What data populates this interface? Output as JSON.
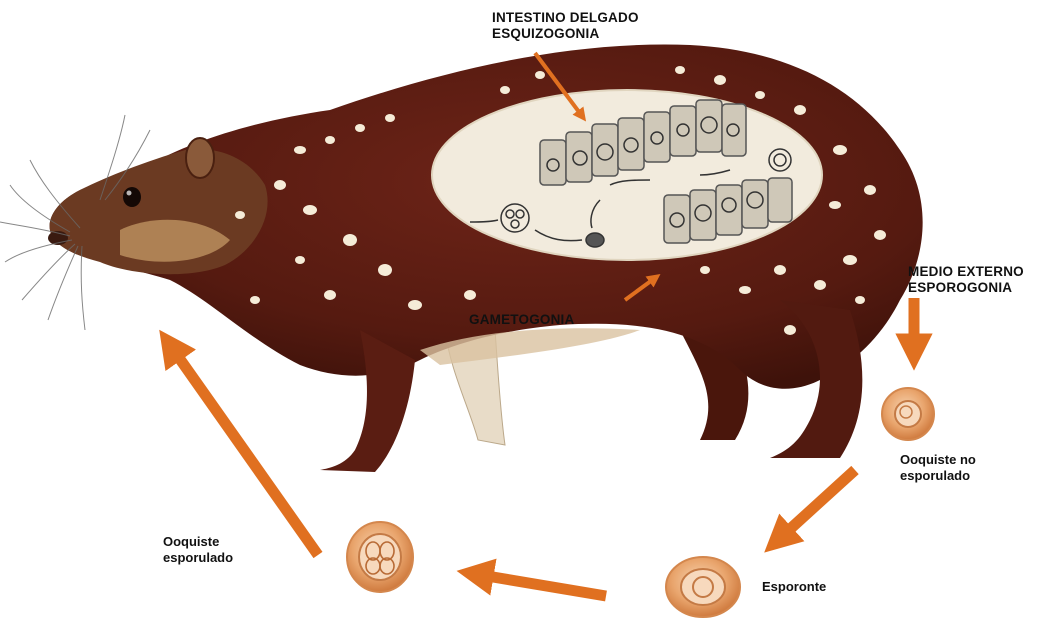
{
  "diagram": {
    "labels": {
      "intestino": "INTESTINO DELGADO\nESQUIZOGONIA",
      "gametogonia": "GAMETOGONIA",
      "medio_externo": "MEDIO EXTERNO\nESPOROGONIA",
      "ooquiste_no_esporulado": "Ooquiste no\nesporulado",
      "esporonte": "Esporonte",
      "ooquiste_esporulado": "Ooquiste\nesporulado"
    },
    "colors": {
      "arrow": "#E07020",
      "fur": "#5A1D12",
      "spot": "#F5ECD8",
      "oocyst": "#E7A46E",
      "intestine_bg": "#F2EBDD"
    }
  }
}
